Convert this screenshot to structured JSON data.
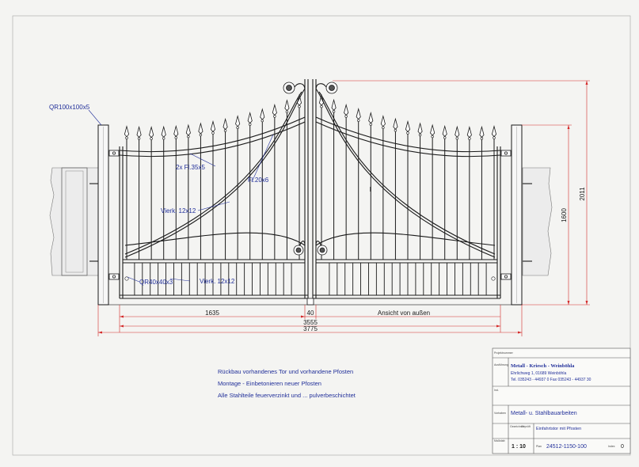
{
  "labels": {
    "post_profile": "QR100x100x5",
    "flat_bar_35": "2x Fl.35x5",
    "flat_bar_20": "Fl.20x6",
    "square_upper": "Vierk. 12x12",
    "square_lower": "Vierk. 12x12",
    "post_small": "QR40x40x3"
  },
  "dimensions": {
    "leaf_width": "1635",
    "gap": "40",
    "inner_width": "3555",
    "overall_width": "3775",
    "height_inner": "1600",
    "height_total": "2011"
  },
  "view_label": "Ansicht von außen",
  "notes": [
    "Rückbau vorhandenes Tor und vorhandene Pfosten",
    "Montage - Einbetonieren neuer Pfosten",
    "Alle Stahlteile feuerverzinkt und   ...   pulverbeschichtet"
  ],
  "title_block": {
    "project_caption": "Projektnummer",
    "client_caption": "Ausführung",
    "company_name": "Metall - Kriesch - Weinböhla",
    "address": "Ehrlichweg 1,   01689 Weinböhla",
    "phone": "Tel. 035243 - 44937 0 Fax 035243 - 44937 30",
    "index_caption": "Ind.",
    "subject_caption": "Vorhaben",
    "subject": "Metall- u. Stahlbauarbeiten",
    "drawn_caption": "Gezeichnet",
    "checked_caption": "Geprüft",
    "scale_caption": "Maßstab",
    "scale": "1 : 10",
    "title": "Einfahrtstor mit Pfosten",
    "drawing_number_caption": "Plan",
    "drawing_number": "24512-1150-100",
    "sheet_caption": "Index",
    "sheet": "0"
  },
  "colors": {
    "ink": "#1a1a1a",
    "annotation": "#22309a",
    "dimension_red": "#d42a2a",
    "paper": "#f4f4f2"
  }
}
